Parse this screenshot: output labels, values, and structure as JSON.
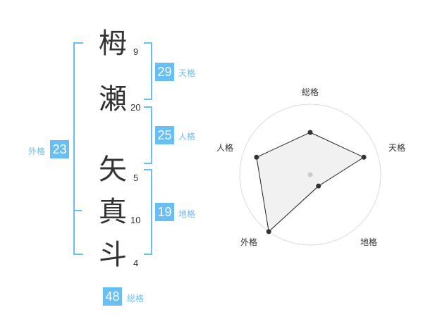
{
  "name": {
    "characters": [
      {
        "char": "栂",
        "strokes": "9"
      },
      {
        "char": "瀬",
        "strokes": "20"
      },
      {
        "char": "矢",
        "strokes": "5"
      },
      {
        "char": "真",
        "strokes": "10"
      },
      {
        "char": "斗",
        "strokes": "4"
      }
    ]
  },
  "scores": {
    "tenkaku": {
      "value": "29",
      "label": "天格"
    },
    "jinkaku": {
      "value": "25",
      "label": "人格"
    },
    "chikaku": {
      "value": "19",
      "label": "地格"
    },
    "gaikaku": {
      "value": "23",
      "label": "外格"
    },
    "soukaku": {
      "value": "48",
      "label": "総格"
    }
  },
  "colors": {
    "accent": "#69bff4",
    "text": "#333333"
  },
  "chart_data": {
    "type": "radar",
    "axes": [
      "総格",
      "天格",
      "地格",
      "外格",
      "人格"
    ],
    "values": [
      3,
      4,
      1,
      5,
      4
    ],
    "rmax": 5,
    "grid": true
  }
}
